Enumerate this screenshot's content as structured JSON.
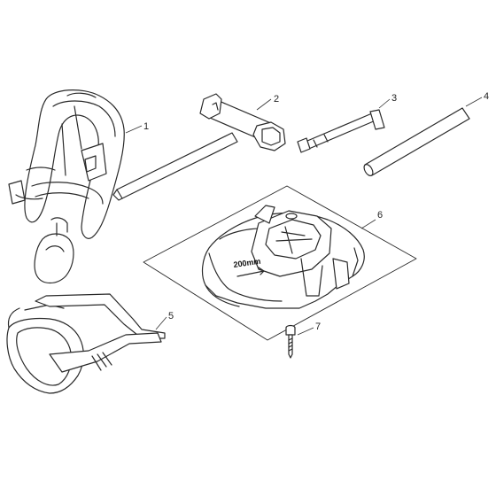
{
  "diagram": {
    "callouts": [
      "1",
      "2",
      "3",
      "4",
      "5",
      "6",
      "7"
    ],
    "guard_marking": "200mm",
    "stroke_color": "#2a2a2a",
    "background": "#ffffff"
  }
}
